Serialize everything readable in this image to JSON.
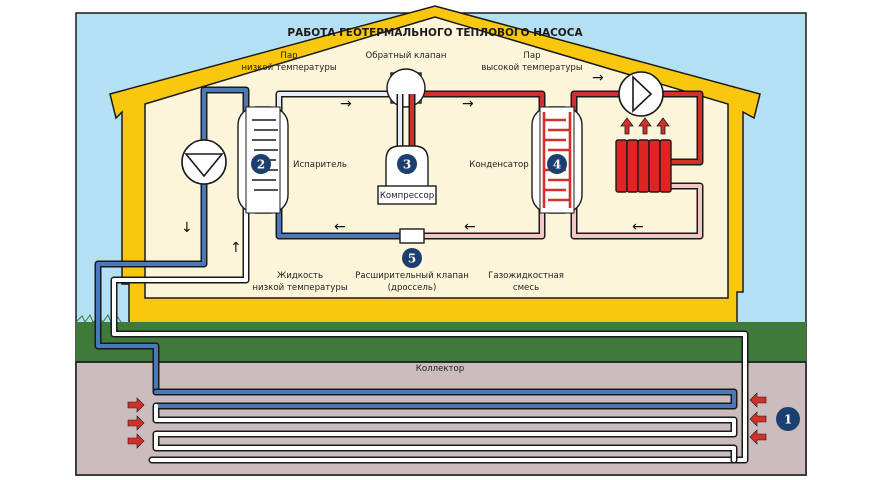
{
  "title": "РАБОТА ГЕОТЕРМАЛЬНОГО ТЕПЛОВОГО НАСОСА",
  "labels": {
    "low_temp_vapor": [
      "Пар",
      "низкой температуры"
    ],
    "check_valve": "Обратный клапан",
    "high_temp_vapor": [
      "Пар",
      "высокой температуры"
    ],
    "evaporator": "Испаритель",
    "compressor": "Компрессор",
    "condenser": "Конденсатор",
    "low_temp_liquid": [
      "Жидкость",
      "низкой температуры"
    ],
    "expansion_valve": [
      "Расширительный клапан",
      "(дроссель)"
    ],
    "gas_liquid_mix": [
      "Газожидкостная",
      "смесь"
    ],
    "collector": "Коллектор"
  },
  "markers": {
    "ground_loop": "1",
    "evaporator": "2",
    "compressor": "3",
    "condenser": "4",
    "expansion_valve": "5"
  },
  "flow_arrows": {
    "right": "→",
    "left": "←",
    "up": "↑",
    "down": "↓"
  },
  "colors": {
    "sky": "#b3e0f2",
    "wall": "#f9c80e",
    "interior": "#fdf5da",
    "grass": "#3f7a3a",
    "soil": "#cbbcbd",
    "cold_pipe": "#4b78b8",
    "hot_pipe": "#d2302b",
    "warm_return_pipe": "#f3c6c6",
    "marker": "#1b3f6e",
    "radiator": "#e02424"
  }
}
